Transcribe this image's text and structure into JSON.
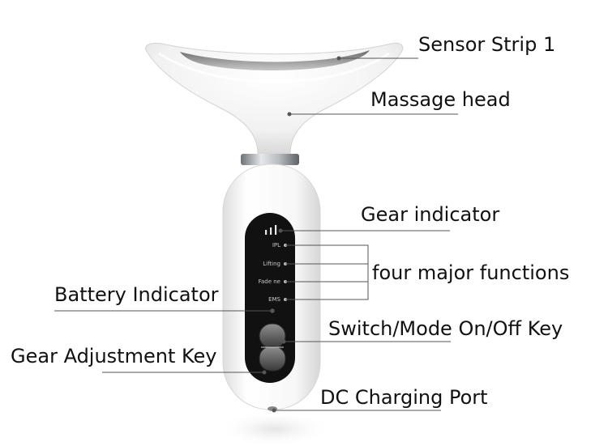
{
  "device_panel": {
    "modes": [
      "IPL",
      "Lifting",
      "Fade ne",
      "EMS"
    ]
  },
  "callouts": {
    "sensor_strip": "Sensor Strip 1",
    "massage_head": "Massage head",
    "gear_indicator": "Gear indicator",
    "four_major_functions": "four major functions",
    "battery_indicator": "Battery Indicator",
    "switch_mode_key": "Switch/Mode On/Off Key",
    "gear_adjustment_key": "Gear Adjustment Key",
    "dc_charging_port": "DC Charging Port"
  },
  "colors": {
    "leader_line": "#555555",
    "device_body": "#ffffff",
    "panel_background": "#111111",
    "metal_ring": "#a9acb0"
  }
}
